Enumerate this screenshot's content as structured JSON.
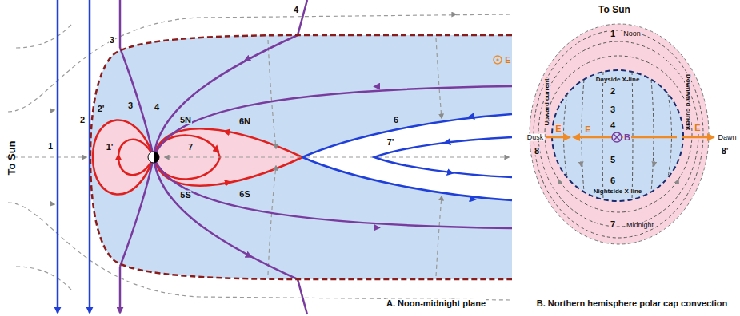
{
  "diagram": {
    "labels": [
      "To Sun",
      "1",
      "2",
      "2'",
      "1'",
      "3",
      "3",
      "4",
      "4",
      "5N",
      "7",
      "6N",
      "6S",
      "5S",
      "6",
      "7'",
      "E",
      "A. Noon-midnight plane",
      "To Sun",
      "Noon",
      "1",
      "Dayside X-line",
      "2",
      "3",
      "Dusk",
      "E",
      "Upward current",
      "E",
      "B",
      "Downward current",
      "E",
      "Dawn",
      "4",
      "8",
      "8'",
      "5",
      "6",
      "Nightside X-line",
      "7",
      "Midnight",
      "B. Northern hemisphere polar cap convection"
    ]
  }
}
